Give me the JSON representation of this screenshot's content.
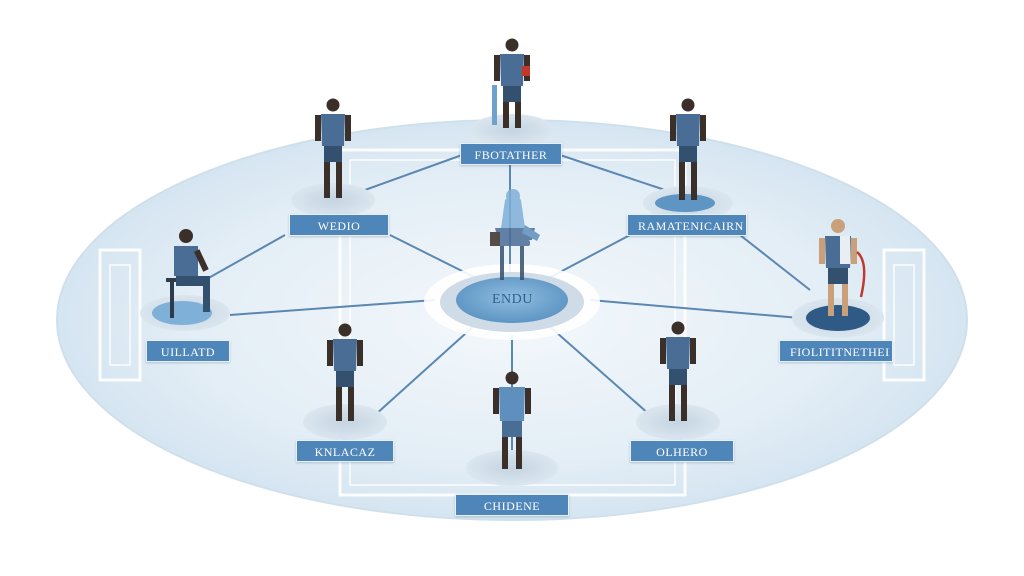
{
  "diagram": {
    "center": {
      "label": "ENDU"
    },
    "nodes": [
      {
        "id": "top",
        "label": "FBOTATHER"
      },
      {
        "id": "upper-left",
        "label": "WEDIO"
      },
      {
        "id": "upper-right",
        "label": "RAMATENICAIRN"
      },
      {
        "id": "left",
        "label": "UILLATD"
      },
      {
        "id": "right",
        "label": "FIOLITITNETHEI"
      },
      {
        "id": "lower-left",
        "label": "KNLACAZ"
      },
      {
        "id": "lower-right",
        "label": "OLHERO"
      },
      {
        "id": "bottom",
        "label": "CHIDENE"
      }
    ]
  },
  "colors": {
    "player": "#4a6d95",
    "player_dark": "#34506f",
    "skin": "#3b2f2a",
    "line": "#5b87b3",
    "label_bg": "#4f86ba",
    "field": "#e6eff6",
    "center_disc": "#6ea2cc"
  }
}
